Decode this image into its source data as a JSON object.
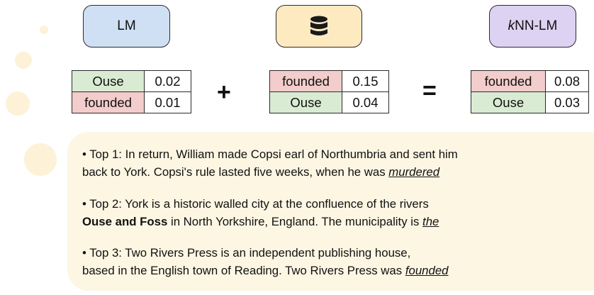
{
  "top_boxes": {
    "lm_label": "LM",
    "datastore_icon": "database-icon",
    "knn_prefix": "k",
    "knn_label": "NN-LM"
  },
  "lm_table": [
    {
      "token": "Ouse",
      "prob": "0.02",
      "color": "#d9ecd3"
    },
    {
      "token": "founded",
      "prob": "0.01",
      "color": "#f3cccc"
    }
  ],
  "knn_table": [
    {
      "token": "founded",
      "prob": "0.15",
      "color": "#f3cccc"
    },
    {
      "token": "Ouse",
      "prob": "0.04",
      "color": "#d9ecd3"
    }
  ],
  "result_table": [
    {
      "token": "founded",
      "prob": "0.08",
      "color": "#f3cccc"
    },
    {
      "token": "Ouse",
      "prob": "0.03",
      "color": "#d9ecd3"
    }
  ],
  "operators": {
    "plus": "+",
    "equals": "="
  },
  "retrieved": [
    {
      "line1": "• Top 1: In return, William made Copsi earl of Northumbria and sent him",
      "line2_pre": "back to York. Copsi's rule lasted five weeks, when he was ",
      "line2_target": "murdered"
    },
    {
      "line1": "• Top 2: York is a historic walled city at the confluence of the rivers",
      "line2_bold": "Ouse and Foss",
      "line2_pre": " in North Yorkshire, England. The municipality is ",
      "line2_target": "the"
    },
    {
      "line1": "• Top 3: Two Rivers Press is an independent publishing house,",
      "line2_pre": "based in the English town of Reading. Two Rivers Press was ",
      "line2_target": "founded"
    }
  ]
}
